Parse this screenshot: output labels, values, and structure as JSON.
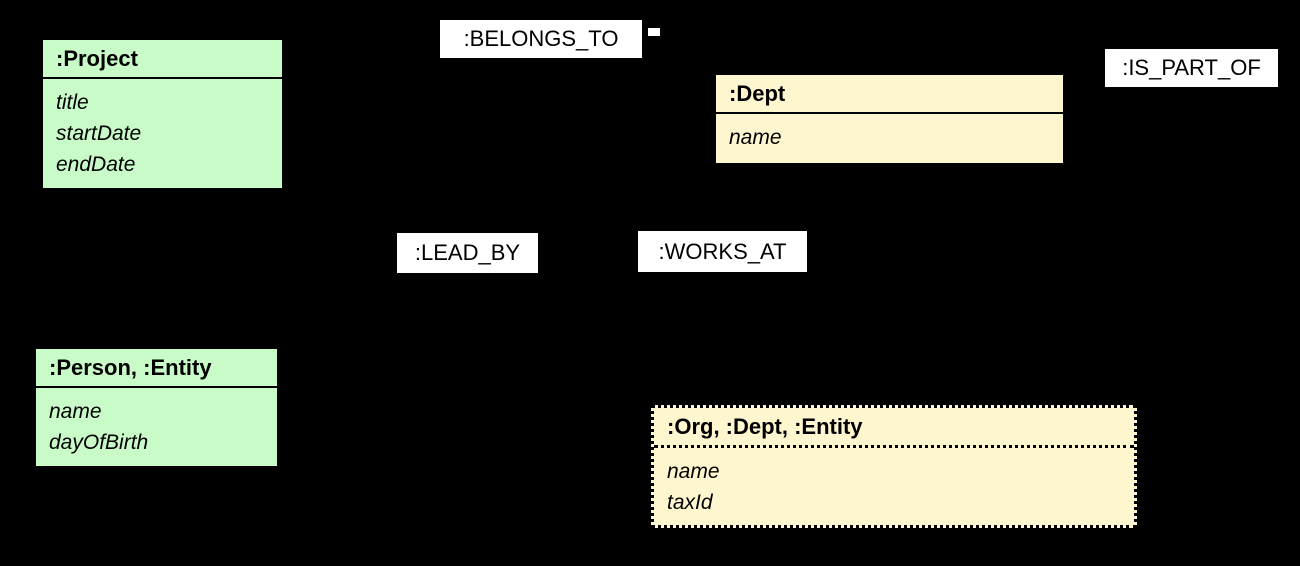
{
  "canvas": {
    "background_color": "#000000",
    "node_fill_green": "#C9FBC9",
    "node_fill_yellow": "#FDF6CE",
    "node_border_color": "#000000",
    "label_background": "#FFFFFF",
    "text_color": "#000000"
  },
  "nodes": [
    {
      "id": "project",
      "title": ":Project",
      "attributes": [
        "title",
        "startDate",
        "endDate"
      ],
      "fill": "#C9FBC9",
      "border_style": "solid"
    },
    {
      "id": "dept",
      "title": ":Dept",
      "attributes": [
        "name"
      ],
      "fill": "#FDF6CE",
      "border_style": "solid"
    },
    {
      "id": "person",
      "title": ":Person, :Entity",
      "attributes": [
        "name",
        "dayOfBirth"
      ],
      "fill": "#C9FBC9",
      "border_style": "solid"
    },
    {
      "id": "org",
      "title": ":Org, :Dept, :Entity",
      "attributes": [
        "name",
        "taxId"
      ],
      "fill": "#FDF6CE",
      "border_style": "dotted"
    }
  ],
  "relationships": [
    {
      "id": "belongs_to",
      "label": ":BELONGS_TO"
    },
    {
      "id": "is_part_of",
      "label": ":IS_PART_OF"
    },
    {
      "id": "lead_by",
      "label": ":LEAD_BY"
    },
    {
      "id": "works_at",
      "label": ":WORKS_AT"
    }
  ]
}
